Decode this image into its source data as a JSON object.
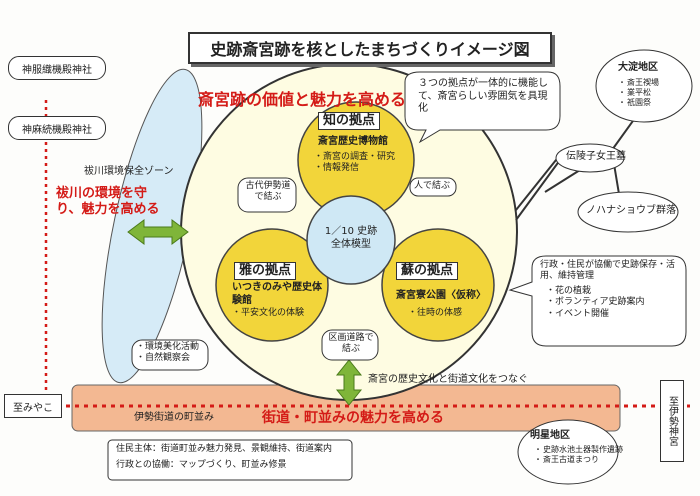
{
  "title": "史跡斎宮跡を核としたまちづくりイメージ図",
  "shrines": [
    "神服織機殿神社",
    "神麻続機殿神社"
  ],
  "left_zone": {
    "label": "祓川環境保全ゾーン",
    "heading": "祓川の環境を守り、魅力を高める",
    "items": [
      "環境美化活動",
      "自然観察会"
    ]
  },
  "core": {
    "heading": "斎宮跡の価値と魅力を高める",
    "center": "1／10 史跡全体模型",
    "knowledge": {
      "title": "知の拠点",
      "sub": "斎宮歴史博物館",
      "items": [
        "斎宮の調査・研究",
        "情報発信"
      ]
    },
    "elegance": {
      "title": "雅の拠点",
      "sub": "いつきのみや歴史体験館",
      "items": [
        "平安文化の体験"
      ]
    },
    "revival": {
      "title": "蘇の拠点",
      "sub": "斎宮寮公園〈仮称〉",
      "items": [
        "往時の体感"
      ]
    },
    "link_top_left": "古代伊勢道で結ぶ",
    "link_right": "人で結ぶ",
    "link_bottom": "区画道路で結ぶ"
  },
  "integration_note": "３つの拠点が一体的に機能して、斎宮らしい雰囲気を具現化",
  "oyodo": {
    "title": "大淀地区",
    "items": [
      "斎王禊場",
      "業平松",
      "祇園祭"
    ]
  },
  "tomb": "伝陵子女王墓",
  "nohana": "ノハナショウブ群落",
  "citizen_note": "行政・住民が協働で史跡保存・活用、維持管理",
  "citizen_items": [
    "花の植栽",
    "ボランティア史跡案内",
    "イベント開催"
  ],
  "connect_label": "斎宮の歴史文化と街道文化をつなぐ",
  "street": {
    "label": "伊勢街道の町並み",
    "heading": "街道・町並みの魅力を高める",
    "line1": "住民主体：街道町並み魅力発見、景観維持、街道案内",
    "line2": "行政との協働：マップづくり、町並み修景"
  },
  "left_dir": "至みやこ",
  "right_dir": "至伊勢神宮",
  "meisei": {
    "title": "明星地区",
    "items": [
      "史跡水池土器製作遺跡",
      "斎王古道まつり"
    ]
  },
  "colors": {
    "accent_red": "#d41b17",
    "hub_yellow": "#f2d53a",
    "center_blue": "#cfe8f5",
    "zone_blue": "#d6ebf7",
    "street_fill": "#f3b892",
    "arrow_green": "#7fb539"
  }
}
